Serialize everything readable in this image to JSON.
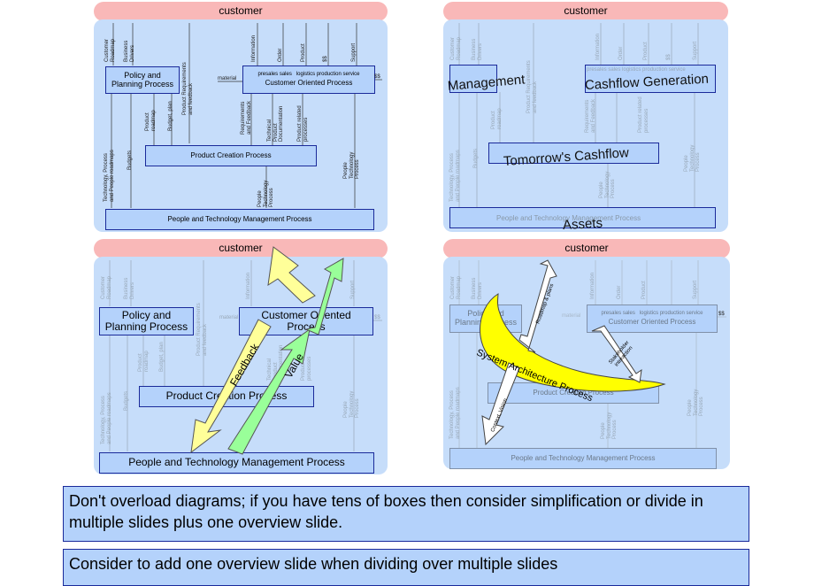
{
  "diagram": {
    "customer_label": "customer",
    "boxes": {
      "policy": "Policy and\nPlanning Process",
      "customer_oriented": "Customer Oriented Process",
      "customer_oriented_sub": "presales sales   logistics production service",
      "product_creation": "Product Creation Process",
      "people_tech": "People and Technology Management Process"
    },
    "flows": {
      "customer_roadmap": "Customer\nRoadmap",
      "business_drivers": "Business\nDrivers",
      "information": "Information",
      "order": "Order",
      "product": "Product",
      "money": "$$",
      "support": "Support",
      "material": "material",
      "product_requirements": "Product Requirements\nand feedback",
      "requirements_feedback": "Requirements\nand Feedback",
      "technical_docs": "Technical\nProduct\nDocumentation",
      "product_processes": "Product related\nprocesses",
      "tech_roadmaps": "Technology, Process\nand People roadmaps",
      "budgets": "Budgets",
      "product_roadmap": "Product\nroadmap",
      "budget_plan": "Budget, plan",
      "people_tech_process": "People\nTechnology\nProcess"
    },
    "overlays": {
      "management": "Management",
      "cashflow_generation": "Cashflow Generation",
      "tomorrows_cashflow": "Tomorrow's Cashflow",
      "assets": "Assets",
      "feedback": "Feedback",
      "value": "Value",
      "system_architecture": "System Architecture Process",
      "roadmap_plans": "Roadmap & plans",
      "stakeholder_interaction": "Stakeholder\ninteraction",
      "context_vision": "Context, Vision"
    }
  },
  "notes": [
    "Don't overload diagrams; if you have tens of boxes then consider simplification or divide in multiple slides plus one overview slide.",
    "Consider to add one overview slide when dividing over multiple slides"
  ],
  "colors": {
    "customer_band": "#f9b8b8",
    "panel_background": "#c6ddfa",
    "box_fill": "#b4d2fb",
    "box_border": "#1a2a9a",
    "yellow_arrow": "#ffff99",
    "green_arrow": "#99ff99",
    "architecture_banana": "#ffff00"
  }
}
